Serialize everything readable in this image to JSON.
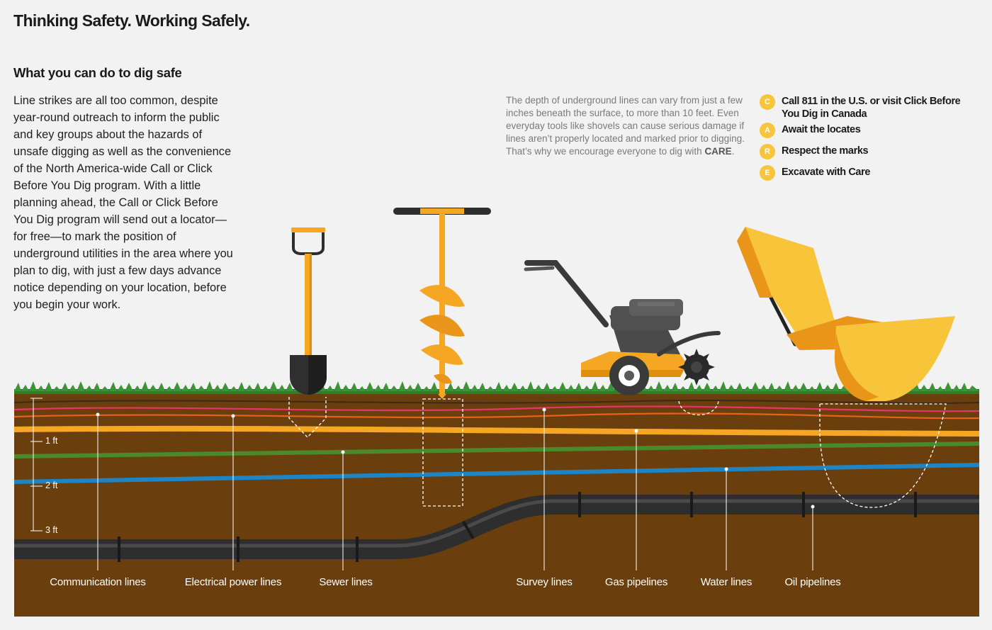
{
  "header": {
    "title": "Thinking Safety. Working Safely."
  },
  "intro": {
    "heading": "What you can do to dig safe",
    "body": "Line strikes are all too common, despite year-round outreach to inform the public and key groups about the hazards of unsafe digging as well as the convenience of the North America-wide Call or Click Before You Dig program. With a little planning ahead, the Call or Click Before You Dig program will send out a locator—for free—to mark the position of underground utilities in the area where you plan to dig, with just a few days advance notice depending on your location, before you begin your work."
  },
  "depth_note": {
    "text": "The depth of underground lines can vary from just a few inches beneath the surface, to more than 10 feet. Even everyday tools like shovels can cause serious damage if lines aren’t properly located and marked prior to digging. That’s why we encourage everyone to dig with",
    "emphasis": "CARE",
    "end": "."
  },
  "care_steps": [
    {
      "letter": "C",
      "label": "Call 811 in the U.S. or visit Click Before You Dig in Canada"
    },
    {
      "letter": "A",
      "label": "Await the locates"
    },
    {
      "letter": "R",
      "label": "Respect the marks"
    },
    {
      "letter": "E",
      "label": "Excavate with Care"
    }
  ],
  "depth_markers": [
    "1 ft",
    "2 ft",
    "3 ft"
  ],
  "lines": [
    {
      "label": "Communication lines",
      "color": "#e8346a"
    },
    {
      "label": "Electrical power lines",
      "color": "#e8611c"
    },
    {
      "label": "Sewer lines",
      "color": "#4a8a2b"
    },
    {
      "label": "Survey lines",
      "color": "#3a2a1a"
    },
    {
      "label": "Gas pipelines",
      "color": "#f5a623"
    },
    {
      "label": "Water lines",
      "color": "#1d84c6"
    },
    {
      "label": "Oil pipelines",
      "color": "#2e2e2e"
    }
  ],
  "tools": [
    "shovel-icon",
    "auger-icon",
    "tiller-icon",
    "excavator-bucket-icon"
  ],
  "colors": {
    "soil": "#6b3f0d",
    "grass": "#2e7d2a",
    "accent": "#f5a623",
    "care_badge": "#f7c43a"
  }
}
